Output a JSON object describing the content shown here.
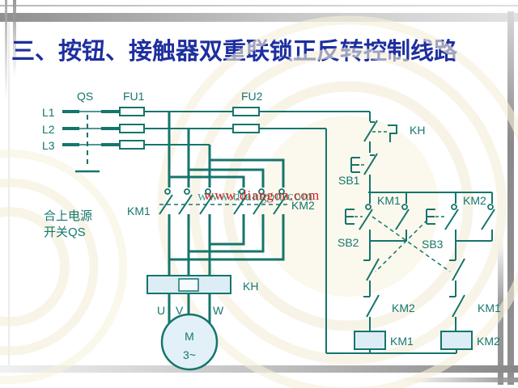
{
  "title": "三、按钮、接触器双重联锁正反转控制线路",
  "note": {
    "line1": "合上电源",
    "line2": "开关QS"
  },
  "watermark": {
    "text": "www.diangon.com"
  },
  "colors": {
    "wire": "#15756c",
    "label": "#14776e",
    "title": "#1e2f9e",
    "component_fill": "#ddedf6",
    "motor_fill": "#e2f0f8",
    "watermark_red": "#cc2323",
    "watermark_green": "#1d8a72"
  },
  "power_circuit": {
    "phase_labels": [
      "L1",
      "L2",
      "L3"
    ],
    "disconnect_switch": "QS",
    "fuse_main": "FU1",
    "fuse_control": "FU2",
    "contactor_forward_main": "KM1",
    "contactor_reverse_main": "KM2",
    "overload_relay": "KH",
    "motor_terminals": [
      "U",
      "V",
      "W"
    ],
    "motor_letter": "M",
    "motor_phase": "3~"
  },
  "control_circuit": {
    "overload_contact": "KH",
    "stop_button": "SB1",
    "forward_button": "SB2",
    "reverse_button": "SB3",
    "forward_seal_in_contact": "KM1",
    "reverse_seal_in_contact": "KM2",
    "forward_branch_interlock": "KM2",
    "reverse_branch_interlock": "KM1",
    "forward_coil": "KM1",
    "reverse_coil": "KM2"
  }
}
